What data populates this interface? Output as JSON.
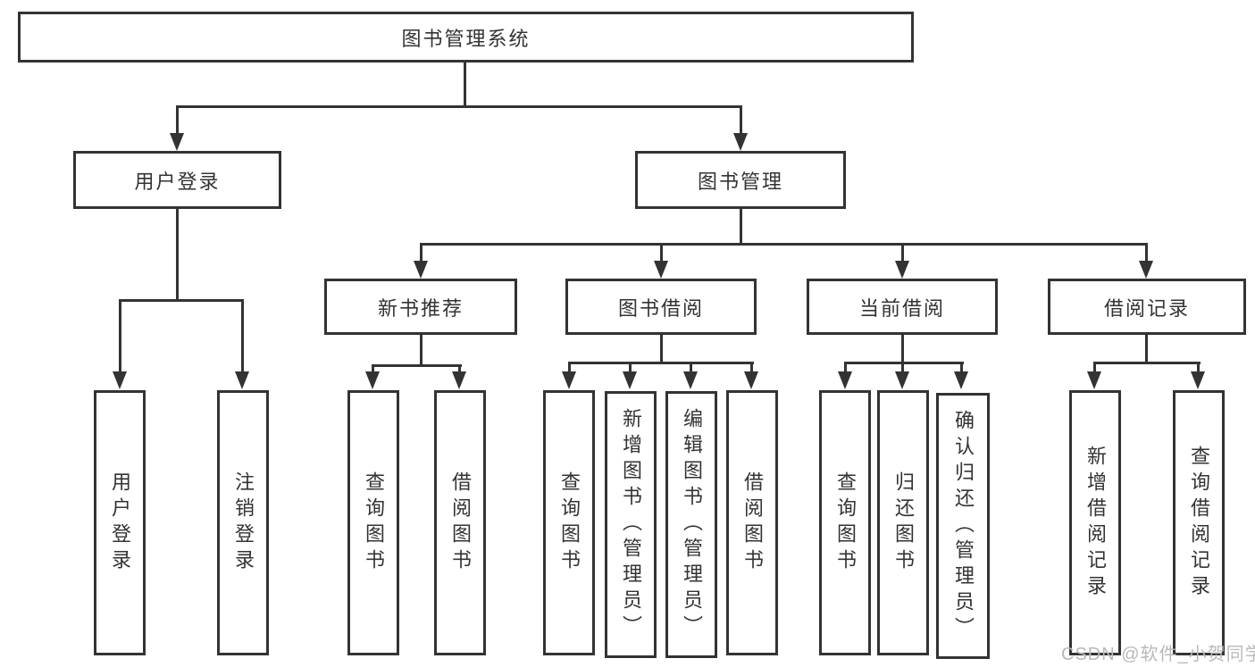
{
  "diagram": {
    "root": {
      "label": "图书管理系统"
    },
    "level1": [
      {
        "label": "用户登录"
      },
      {
        "label": "图书管理"
      }
    ],
    "level2": [
      {
        "label": "新书推荐"
      },
      {
        "label": "图书借阅"
      },
      {
        "label": "当前借阅"
      },
      {
        "label": "借阅记录"
      }
    ],
    "leaves": {
      "user": [
        {
          "label": "用户登录"
        },
        {
          "label": "注销登录"
        }
      ],
      "recommend": [
        {
          "label": "查询图书"
        },
        {
          "label": "借阅图书"
        }
      ],
      "borrow": [
        {
          "label": "查询图书"
        },
        {
          "label": "新增图书（管理员）"
        },
        {
          "label": "编辑图书（管理员）"
        },
        {
          "label": "借阅图书"
        }
      ],
      "current": [
        {
          "label": "查询图书"
        },
        {
          "label": "归还图书"
        },
        {
          "label": "确认归还（管理员）"
        }
      ],
      "records": [
        {
          "label": "新增借阅记录"
        },
        {
          "label": "查询借阅记录"
        }
      ]
    },
    "watermark": "CSDN @软件_小贺同学",
    "colors": {
      "line": "#333333",
      "text": "#333333",
      "watermark": "#b9b9b9",
      "background": "#ffffff"
    }
  }
}
